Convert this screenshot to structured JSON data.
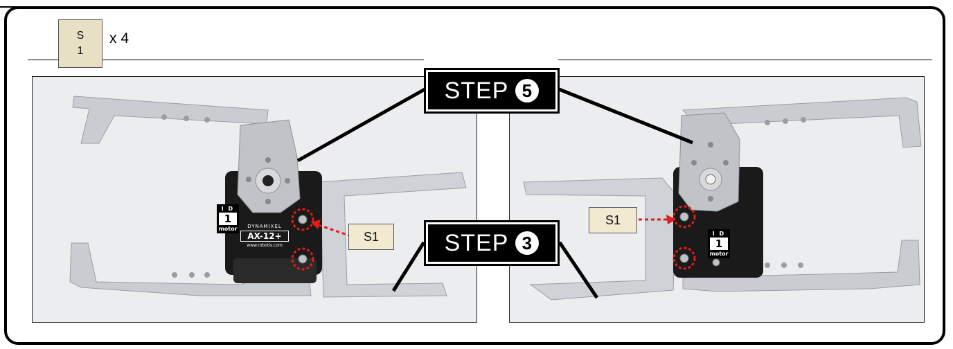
{
  "part": {
    "label": "S",
    "number": "1",
    "quantity": "x 4"
  },
  "steps": {
    "top": {
      "text": "STEP",
      "number": "5"
    },
    "bottom": {
      "text": "STEP",
      "number": "3"
    }
  },
  "callouts": {
    "left": "S1",
    "right": "S1"
  },
  "id_tag": {
    "head": "I D",
    "value": "1",
    "foot": "motor"
  },
  "servo": {
    "brand": "DYNAMIXEL",
    "model": "AX-12+",
    "url": "www.robotis.com"
  },
  "colors": {
    "highlight_circle": "#e21b1b",
    "callout_bg": "#f1e9d0",
    "part_bg": "#e8e0c4",
    "plastic": "#c9ccd0",
    "servo": "#1a1a1a"
  }
}
